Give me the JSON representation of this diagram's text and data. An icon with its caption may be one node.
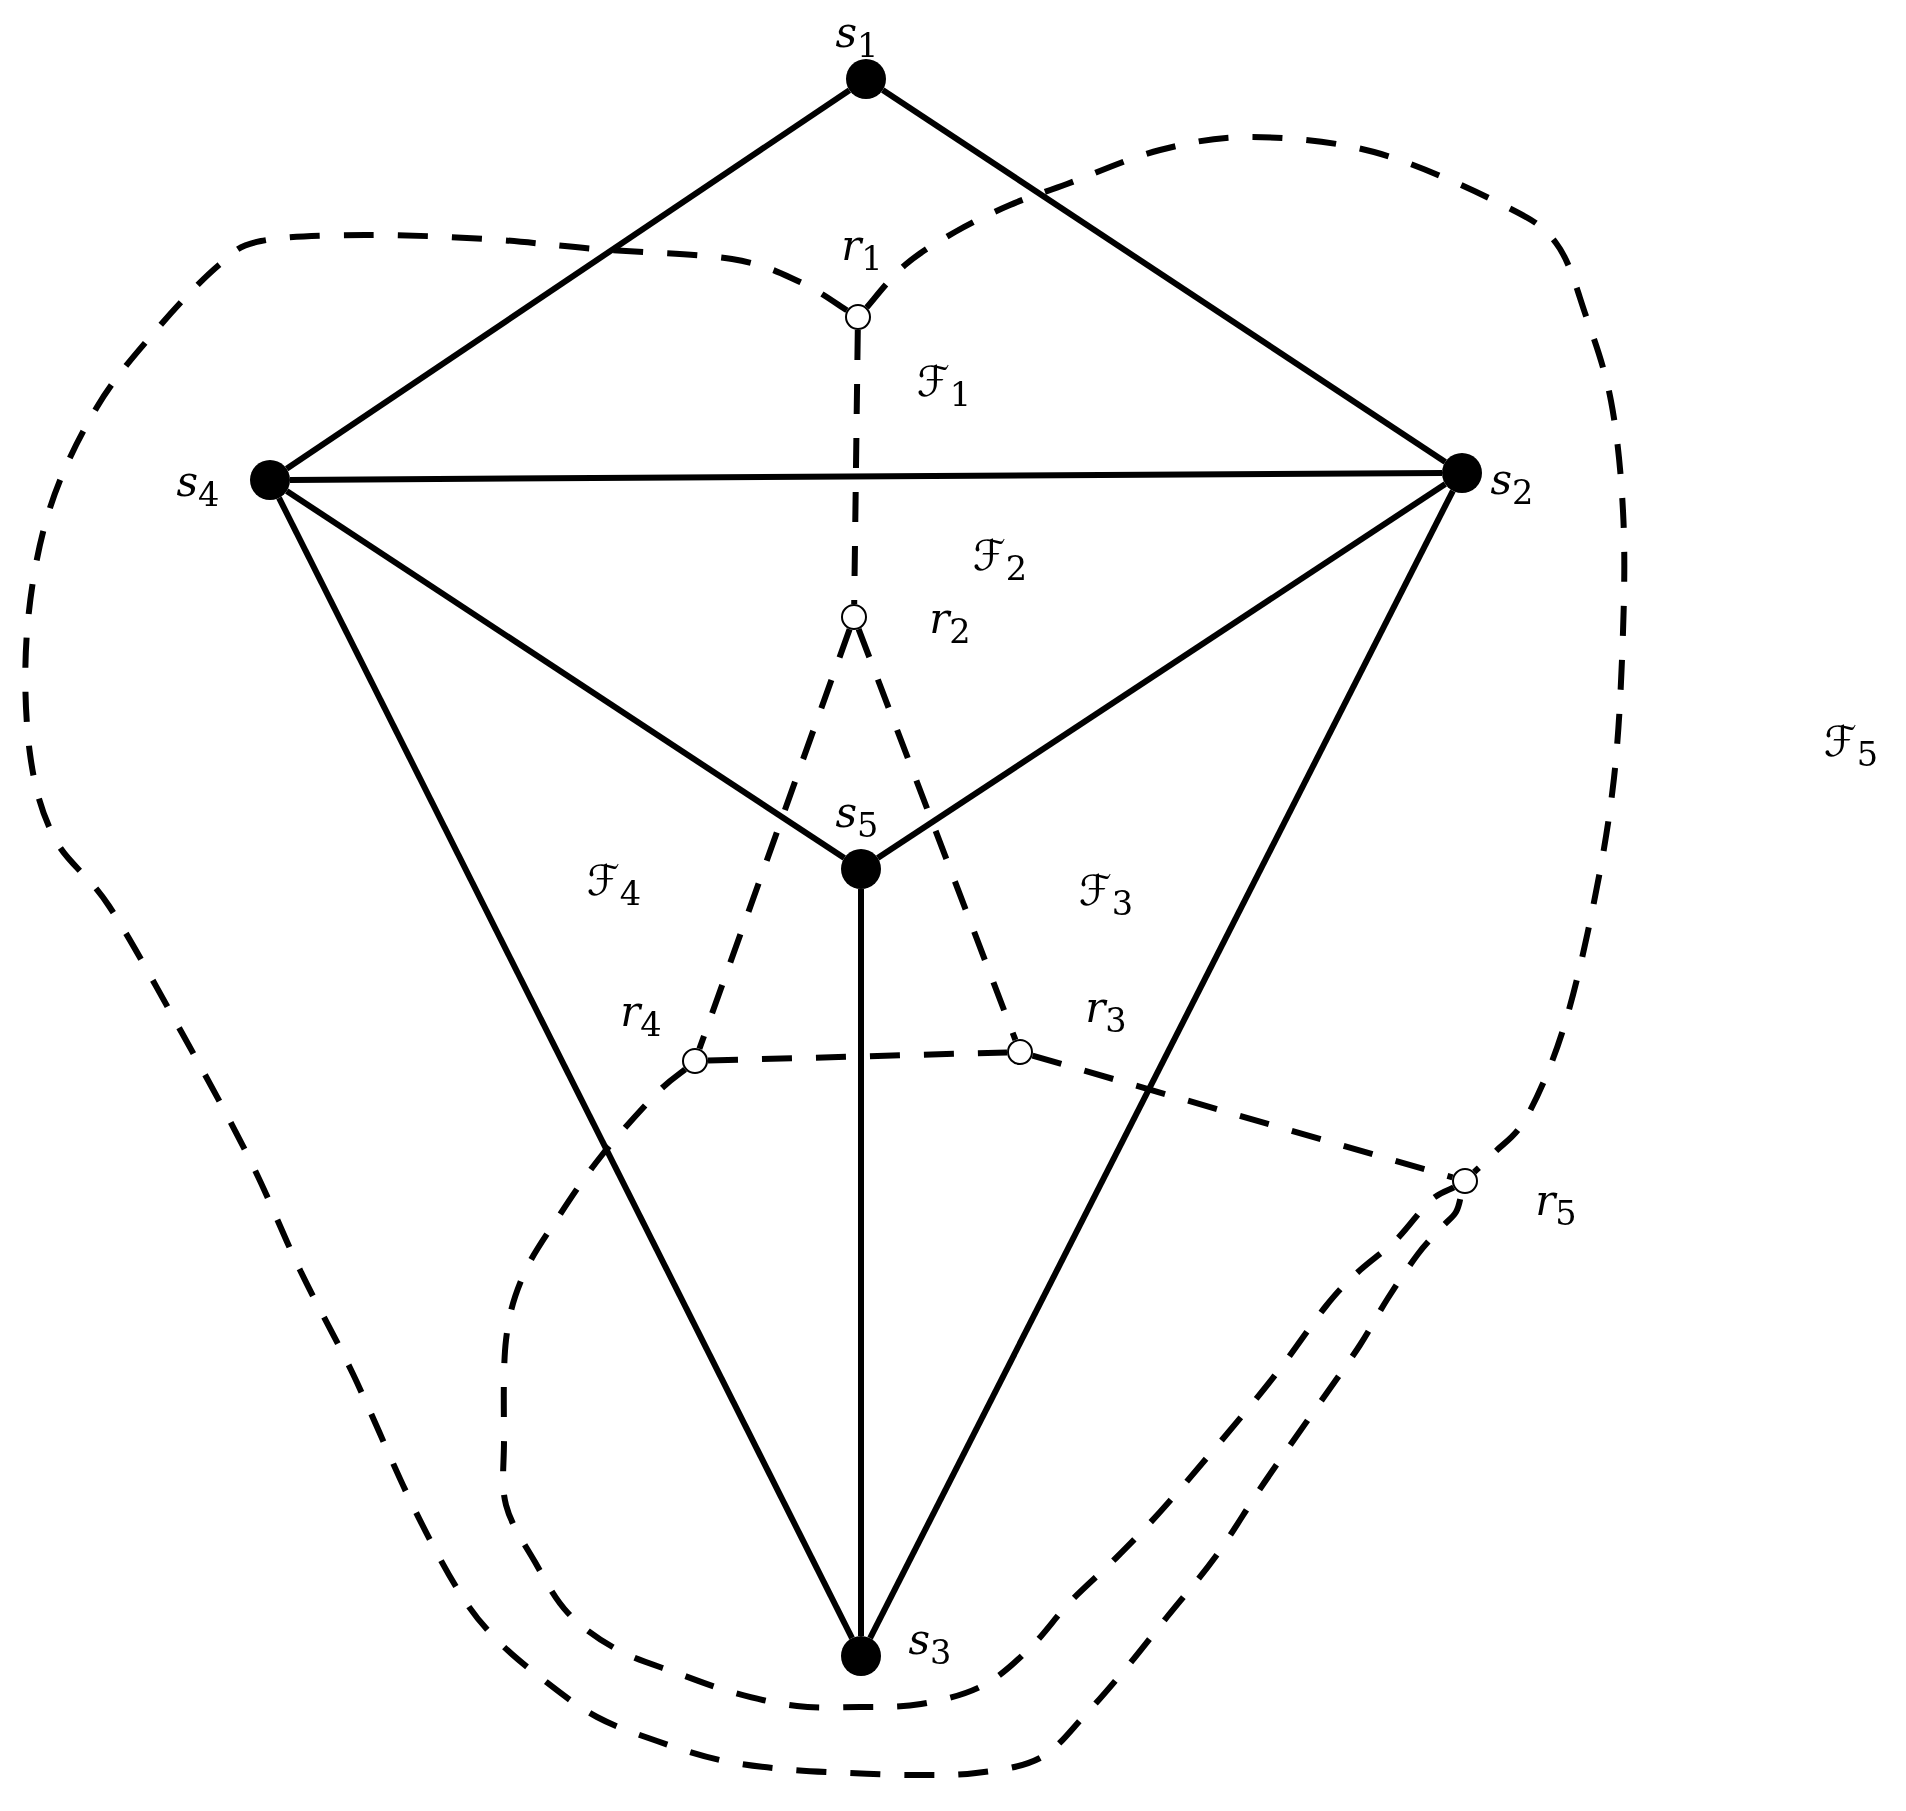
{
  "diagram": {
    "nodes": [
      {
        "text": [],
        "shape": "circle",
        "beside": [
          "*s*$_{1}$"
        ]
      },
      {
        "text": [],
        "shape": "circle",
        "beside": [
          "*r*$_{1}$"
        ]
      },
      {
        "text": [],
        "shape": "circle",
        "beside": [
          "*s*$_{4}$"
        ]
      },
      {
        "text": [],
        "shape": "circle",
        "beside": [
          "*s*$_{2}$"
        ]
      },
      {
        "text": [],
        "shape": "circle",
        "beside": [
          "*r*$_{2}$"
        ]
      },
      {
        "text": [],
        "shape": "circle",
        "beside": [
          "*s*$_{5}$"
        ]
      },
      {
        "text": [],
        "shape": "circle",
        "beside": [
          "*r*$_{4}$"
        ]
      },
      {
        "text": [],
        "shape": "circle",
        "beside": [
          "*r*$_{3}$"
        ]
      },
      {
        "text": [],
        "shape": "circle",
        "beside": [
          "*r*$_{5}$"
        ]
      },
      {
        "text": [],
        "shape": "circle",
        "beside": [
          "*s*$_{3}$"
        ]
      }
    ],
    "edges": [
      {
        "from": 0,
        "to": 3,
        "arrow": "none"
      },
      {
        "from": 0,
        "to": 2,
        "arrow": "none"
      },
      {
        "from": 2,
        "to": 3,
        "arrow": "none"
      },
      {
        "from": 2,
        "to": 5,
        "arrow": "none"
      },
      {
        "from": 3,
        "to": 5,
        "arrow": "none"
      },
      {
        "from": 2,
        "to": 9,
        "arrow": "none"
      },
      {
        "from": 5,
        "to": 9,
        "arrow": "none"
      },
      {
        "from": 3,
        "to": 9,
        "arrow": "none"
      },
      {
        "from": 1,
        "to": 4,
        "arrow": "none",
        "style": "dashed"
      },
      {
        "from": 1,
        "to": 8,
        "arrow": "none",
        "style": "dashed"
      },
      {
        "from": 1,
        "to": 8,
        "arrow": "none",
        "style": "dashed"
      },
      {
        "from": 4,
        "to": 6,
        "arrow": "none",
        "style": "dashed"
      },
      {
        "from": 4,
        "to": 7,
        "arrow": "none",
        "style": "dashed"
      },
      {
        "from": 6,
        "to": 7,
        "arrow": "none",
        "style": "dashed"
      },
      {
        "from": 7,
        "to": 8,
        "arrow": "none",
        "style": "dashed"
      },
      {
        "from": 6,
        "to": 8,
        "arrow": "none",
        "style": "dashed"
      }
    ],
    "labels": [
      "ℱ$_{1}$",
      "ℱ$_{2}$",
      "ℱ$_{5}$",
      "ℱ$_{4}$",
      "ℱ$_{3}$"
    ]
  }
}
